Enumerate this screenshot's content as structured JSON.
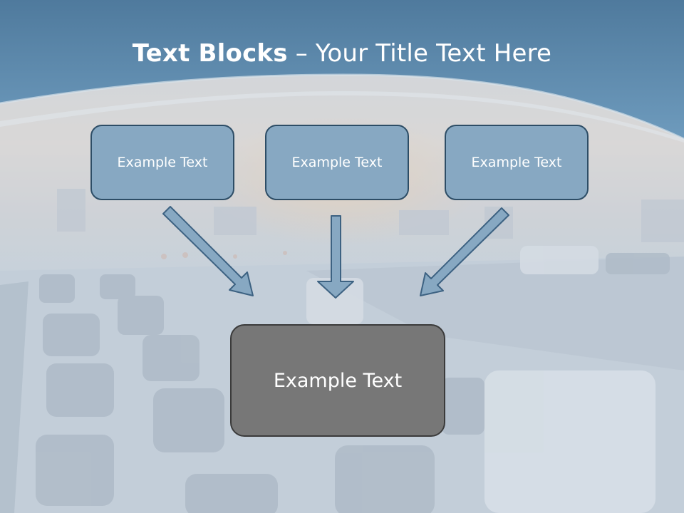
{
  "slide": {
    "title_bold": "Text Blocks",
    "title_separator": " – ",
    "title_rest": "Your Title Text Here"
  },
  "boxes": [
    {
      "label": "Example Text"
    },
    {
      "label": "Example Text"
    },
    {
      "label": "Example Text"
    }
  ],
  "main_box": {
    "label": "Example Text"
  },
  "colors": {
    "header_blue": "#5f8db1",
    "box_fill": "#87a8c2",
    "box_border": "#2d4d66",
    "main_box_fill": "#777777",
    "arrow_fill": "#87a8c2"
  }
}
